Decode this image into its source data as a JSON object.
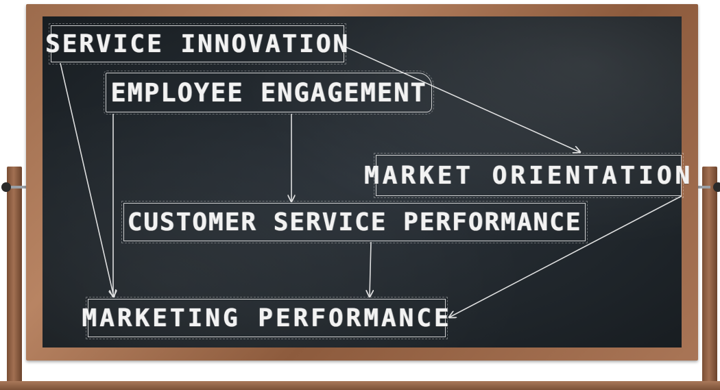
{
  "diagram": {
    "nodes": {
      "service_innovation": "SERVICE INNOVATION",
      "employee_engagement": "EMPLOYEE ENGAGEMENT",
      "market_orientation": "MARKET ORIENTATION",
      "customer_service_performance": "CUSTOMER SERVICE PERFORMANCE",
      "marketing_performance": "MARKETING PERFORMANCE"
    },
    "edges": [
      {
        "from": "service_innovation",
        "to": "market_orientation"
      },
      {
        "from": "service_innovation",
        "to": "marketing_performance"
      },
      {
        "from": "employee_engagement",
        "to": "customer_service_performance"
      },
      {
        "from": "employee_engagement",
        "to": "marketing_performance"
      },
      {
        "from": "customer_service_performance",
        "to": "marketing_performance"
      },
      {
        "from": "market_orientation",
        "to": "marketing_performance"
      }
    ]
  },
  "style": {
    "chalk_color": "#f2f2f2",
    "board_color": "#1e2429",
    "frame_color": "#9c6b4c"
  }
}
